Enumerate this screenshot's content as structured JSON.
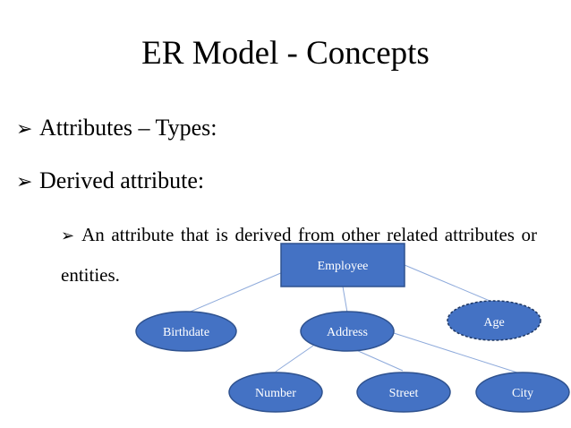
{
  "slide": {
    "title": "ER Model - Concepts",
    "bullets": [
      {
        "icon": "arrow-bullet-icon",
        "text": "Attributes – Types:"
      },
      {
        "icon": "arrow-bullet-icon",
        "text": "Derived attribute:"
      }
    ],
    "sub_bullet": {
      "icon": "arrow-bullet-icon",
      "text": "An attribute that is derived from other related attributes or entities."
    }
  },
  "diagram": {
    "colors": {
      "fill": "#4472c4",
      "stroke": "#2f528f",
      "line": "#8eaadb",
      "text": "#ffffff"
    },
    "nodes": [
      {
        "id": "employee",
        "label": "Employee",
        "shape": "rectangle"
      },
      {
        "id": "birthdate",
        "label": "Birthdate",
        "shape": "ellipse"
      },
      {
        "id": "address",
        "label": "Address",
        "shape": "ellipse"
      },
      {
        "id": "age",
        "label": "Age",
        "shape": "dashed-ellipse"
      },
      {
        "id": "number",
        "label": "Number",
        "shape": "ellipse"
      },
      {
        "id": "street",
        "label": "Street",
        "shape": "ellipse"
      },
      {
        "id": "city",
        "label": "City",
        "shape": "ellipse"
      }
    ],
    "edges": [
      [
        "employee",
        "birthdate"
      ],
      [
        "employee",
        "address"
      ],
      [
        "employee",
        "age"
      ],
      [
        "address",
        "number"
      ],
      [
        "address",
        "street"
      ],
      [
        "address",
        "city"
      ]
    ]
  }
}
